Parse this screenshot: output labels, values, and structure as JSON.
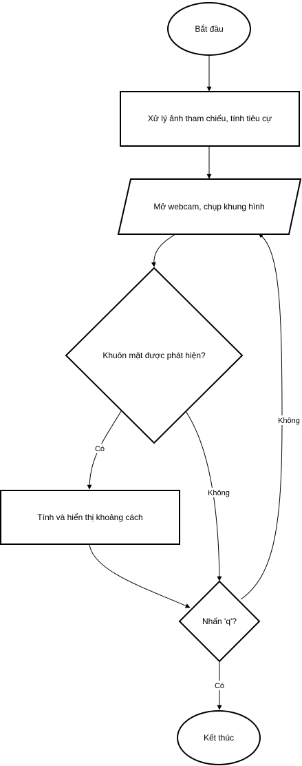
{
  "nodes": {
    "start": "Bắt đầu",
    "process_reference": "Xử lý ảnh tham chiếu, tính tiêu cự",
    "open_webcam": "Mở webcam, chụp khung hình",
    "face_detected": "Khuôn mặt được phát hiện?",
    "compute_distance": "Tính và hiển thị khoảng cách",
    "press_q": "Nhấn 'q'?",
    "end": "Kết thúc"
  },
  "edges": {
    "face_yes": "Có",
    "face_no": "Không",
    "q_yes": "Có",
    "q_no": "Không"
  },
  "colors": {
    "stroke": "#000000",
    "fill": "#ffffff"
  }
}
